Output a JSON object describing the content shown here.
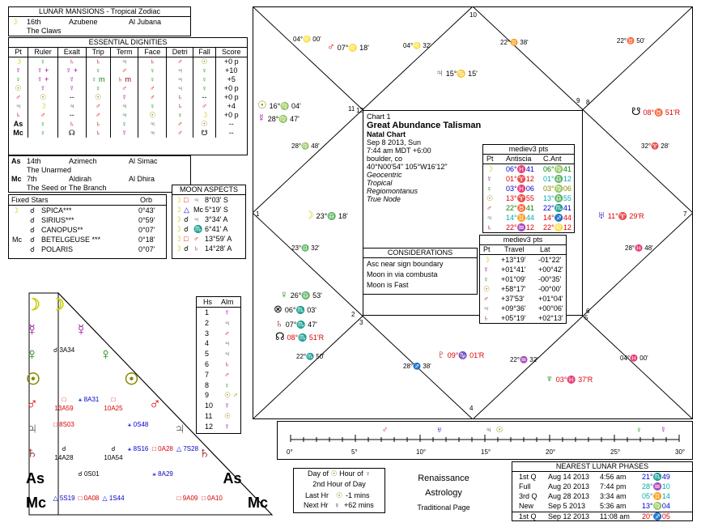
{
  "lunar_mansions": {
    "title": "LUNAR MANSIONS - Tropical Zodiac",
    "rows": [
      {
        "num": "16th",
        "name": "Azubene",
        "arabic": "Al Jubana"
      },
      {
        "num": "",
        "name": "The Claws",
        "arabic": ""
      }
    ]
  },
  "dignities": {
    "title": "ESSENTIAL DIGNITIES",
    "headers": [
      "Pt",
      "Ruler",
      "Exalt",
      "Trip",
      "Term",
      "Face",
      "Detri",
      "Fall",
      "Score"
    ],
    "rows": [
      {
        "pt": "☽",
        "ruler": "♀",
        "exalt": "♄",
        "trip": "♄",
        "term": "♃",
        "face": "♄",
        "detri": "♂",
        "fall": "☉",
        "score": "+0 p"
      },
      {
        "pt": "☿",
        "ruler": "☿ +",
        "exalt": "☿ +",
        "trip": "♀",
        "term": "♂",
        "face": "♀",
        "detri": "♃",
        "fall": "♀",
        "score": "+10"
      },
      {
        "pt": "♀",
        "ruler": "☿ +",
        "exalt": "☿",
        "trip": "♀ m",
        "term": "♄ m",
        "face": "♀",
        "detri": "♃",
        "fall": "♀",
        "score": "+5"
      },
      {
        "pt": "☉",
        "ruler": "☿",
        "exalt": "☿",
        "trip": "♀",
        "term": "♂",
        "face": "♂",
        "detri": "♃",
        "fall": "♀",
        "score": "+0 p"
      },
      {
        "pt": "♂",
        "ruler": "☉",
        "exalt": "--",
        "trip": "☉",
        "term": "☿",
        "face": "♂",
        "detri": "♄",
        "fall": "--",
        "score": "+0 p"
      },
      {
        "pt": "♃",
        "ruler": "☽",
        "exalt": "♃",
        "trip": "♂",
        "term": "♃",
        "face": "♀",
        "detri": "♄",
        "fall": "♂",
        "score": "+4"
      },
      {
        "pt": "♄",
        "ruler": "♂",
        "exalt": "--",
        "trip": "♂",
        "term": "♃",
        "face": "☉",
        "detri": "♀",
        "fall": "☽",
        "score": "+0 p"
      },
      {
        "pt": "As",
        "ruler": "♀",
        "exalt": "♄",
        "trip": "♄",
        "term": "♀",
        "face": "♃",
        "detri": "♂",
        "fall": "☉",
        "score": "--"
      },
      {
        "pt": "Mc",
        "ruler": "♀",
        "exalt": "☊",
        "trip": "♄",
        "term": "☿",
        "face": "♃",
        "detri": "♂",
        "fall": "☋",
        "score": "--"
      }
    ]
  },
  "mansions2": {
    "rows": [
      {
        "pt": "As",
        "num": "14th",
        "name": "Azimech",
        "arabic": "Al Simac"
      },
      {
        "pt": "",
        "num": "",
        "name": "The Unarmed",
        "arabic": ""
      },
      {
        "pt": "Mc",
        "num": "7th",
        "name": "Aldirah",
        "arabic": "Al Dhira"
      },
      {
        "pt": "",
        "num": "",
        "name": "The Seed or The Branch",
        "arabic": ""
      }
    ]
  },
  "fixed_stars": {
    "title": "Fixed Stars",
    "orb_label": "Orb",
    "rows": [
      {
        "pt": "☽",
        "asp": "☌",
        "star": "SPICA***",
        "orb": "0°43'"
      },
      {
        "pt": "",
        "asp": "☌",
        "star": "SIRIUS***",
        "orb": "0°59'"
      },
      {
        "pt": "",
        "asp": "☌",
        "star": "CANOPUS**",
        "orb": "0°07'"
      },
      {
        "pt": "Mc",
        "asp": "☌",
        "star": "BETELGEUSE ***",
        "orb": "0°18'"
      },
      {
        "pt": "",
        "asp": "☌",
        "star": "POLARIS",
        "orb": "0°07'"
      }
    ]
  },
  "moon_aspects": {
    "title": "MOON ASPECTS",
    "rows": [
      {
        "a": "☽",
        "asp": "□",
        "b": "♃",
        "val": "8°03' S"
      },
      {
        "a": "☽",
        "asp": "△",
        "b": "Mc",
        "val": "5°19' S"
      },
      {
        "a": "☽",
        "asp": "☌",
        "b": "♃",
        "val": "3°34' A"
      },
      {
        "a": "☽",
        "asp": "☌",
        "b": "♏",
        "val": "6°41' A"
      },
      {
        "a": "☽",
        "asp": "□",
        "b": "♂",
        "val": "13°59' A"
      },
      {
        "a": "☽",
        "asp": "☌",
        "b": "♄",
        "val": "14°28' A"
      }
    ]
  },
  "houses": {
    "headers": [
      "Hs",
      "Alm"
    ],
    "rows": [
      {
        "h": "1",
        "alm": "☿"
      },
      {
        "h": "2",
        "alm": "♃"
      },
      {
        "h": "3",
        "alm": "♂"
      },
      {
        "h": "4",
        "alm": "♃"
      },
      {
        "h": "5",
        "alm": "♃"
      },
      {
        "h": "6",
        "alm": "♄"
      },
      {
        "h": "7",
        "alm": "♂"
      },
      {
        "h": "8",
        "alm": "♀"
      },
      {
        "h": "9",
        "alm": "☉ ♂"
      },
      {
        "h": "10",
        "alm": "☿"
      },
      {
        "h": "11",
        "alm": "☉"
      },
      {
        "h": "12",
        "alm": "☿"
      }
    ]
  },
  "chart": {
    "label": "Chart 1",
    "title": "Great Abundance Talisman",
    "subtitle": "Natal Chart",
    "date": "Sep 8 2013, Sun",
    "time": "7:44 am  MDT +6:00",
    "place": "boulder, co",
    "coords": "40°N00'54\" 105°W16'12\"",
    "zodiac": "Geocentric",
    "tropical": "Tropical",
    "houses": "Regiomontanus",
    "node": "True Node",
    "house_numbers": [
      "1",
      "2",
      "3",
      "4",
      "5",
      "6",
      "7",
      "8",
      "9",
      "10",
      "11",
      "12"
    ]
  },
  "placements": [
    {
      "glyph": "♂",
      "text": "07°♌ 18'"
    },
    {
      "glyph": "♃",
      "text": "15°♋ 15'"
    },
    {
      "glyph": "☉",
      "text": "16°♍ 04'"
    },
    {
      "glyph": "☿",
      "text": "28°♍ 47'"
    },
    {
      "glyph": "☽",
      "text": "23°♎ 18'"
    },
    {
      "glyph": "♅",
      "text": "11°♈ 29'R"
    },
    {
      "glyph": "☋",
      "text": "08°♉ 51'R"
    },
    {
      "glyph": "♀",
      "text": "26°♎ 53'"
    },
    {
      "glyph": "⊗",
      "text": "06°♏ 03'"
    },
    {
      "glyph": "♄",
      "text": "07°♏ 47'"
    },
    {
      "glyph": "☊",
      "text": "08°♏ 51'R"
    },
    {
      "glyph": "♇",
      "text": "09°♑ 01'R"
    },
    {
      "glyph": "♆",
      "text": "03°♓ 37'R"
    }
  ],
  "cusps": [
    {
      "text": "04°♌ 00'"
    },
    {
      "text": "04°♌ 32'"
    },
    {
      "text": "22°♊ 38'"
    },
    {
      "text": "22°♉ 50'"
    },
    {
      "text": "28°♍ 48'"
    },
    {
      "text": "32°♈ 28'"
    },
    {
      "text": "23°♎ 32'"
    },
    {
      "text": "28°♓ 48'"
    },
    {
      "text": "22°♏ 50'"
    },
    {
      "text": "28°♐ 38'"
    },
    {
      "text": "22°♒ 32'"
    },
    {
      "text": "04°♓ 00'"
    }
  ],
  "antiscia": {
    "title": "mediev3 pts",
    "headers": [
      "Pt",
      "Antiscia",
      "C.Ant"
    ],
    "rows": [
      {
        "pt": "☽",
        "a": "06°♓41",
        "c": "06°♍41"
      },
      {
        "pt": "☿",
        "a": "01°♈12",
        "c": "01°♎12"
      },
      {
        "pt": "♀",
        "a": "03°♓06",
        "c": "03°♍06"
      },
      {
        "pt": "☉",
        "a": "13°♈55",
        "c": "13°♎55"
      },
      {
        "pt": "♂",
        "a": "22°♉41",
        "c": "22°♏41"
      },
      {
        "pt": "♃",
        "a": "14°♊44",
        "c": "14°♐44"
      },
      {
        "pt": "♄",
        "a": "22°♒12",
        "c": "22°♌12"
      }
    ]
  },
  "considerations": {
    "title": "CONSIDERATIONS",
    "rows": [
      "Asc near sign boundary",
      "Moon in via combusta",
      "Moon is Fast"
    ]
  },
  "travel": {
    "title": "mediev3 pts",
    "headers": [
      "Pt",
      "Travel",
      "Lat"
    ],
    "rows": [
      {
        "pt": "☽",
        "t": "+13°19'",
        "l": "-01°22'"
      },
      {
        "pt": "☿",
        "t": "+01°41'",
        "l": "+00°42'"
      },
      {
        "pt": "♀",
        "t": "+01°09'",
        "l": "-00°35'"
      },
      {
        "pt": "☉",
        "t": "+58°17'",
        "l": "-00°00'"
      },
      {
        "pt": "♂",
        "t": "+37'53'",
        "l": "+01°04'"
      },
      {
        "pt": "♃",
        "t": "+09°36'",
        "l": "+00°06'"
      },
      {
        "pt": "♄",
        "t": "+05°19'",
        "l": "+02°13'"
      }
    ]
  },
  "ruler": {
    "ticks": [
      "0°",
      "5°",
      "10°",
      "15°",
      "20°",
      "25°",
      "30°"
    ],
    "planets": [
      {
        "glyph": "♅",
        "deg": 11.5
      },
      {
        "glyph": "☉",
        "deg": 16.1
      },
      {
        "glyph": "♃",
        "deg": 15.3
      },
      {
        "glyph": "♂",
        "deg": 7.3
      },
      {
        "glyph": "☿",
        "deg": 28.8
      },
      {
        "glyph": "♀",
        "deg": 26.9
      }
    ]
  },
  "hours": {
    "day_of": "Day of",
    "hour_of": "Hour of",
    "hour_planet": "♀",
    "line2": "2nd Hour of Day",
    "last_hr": "Last Hr",
    "last_val": "-1 mins",
    "next_hr": "Next Hr",
    "next_val": "+62 mins"
  },
  "footer": {
    "l1": "Renaissance",
    "l2": "Astrology",
    "l3": "Traditional Page"
  },
  "lunar_phases": {
    "title": "NEAREST LUNAR PHASES",
    "rows": [
      {
        "phase": "1st Q",
        "date": "Aug 14 2013",
        "time": "4:56 am",
        "pos": "21°♏49"
      },
      {
        "phase": "Full",
        "date": "Aug 20 2013",
        "time": "7:44 pm",
        "pos": "28°♒10"
      },
      {
        "phase": "3rd Q",
        "date": "Aug 28 2013",
        "time": "3:34 am",
        "pos": "05°♊14"
      },
      {
        "phase": "New",
        "date": "Sep 5 2013",
        "time": "5:36 am",
        "pos": "13°♍04"
      },
      {
        "phase": "1st Q",
        "date": "Sep 12 2013",
        "time": "11:08 am",
        "pos": "20°♐05"
      }
    ]
  },
  "aspectarian": {
    "glyphs": [
      "☽",
      "☿",
      "♀",
      "☉",
      "♂",
      "♃",
      "♄",
      "As",
      "Mc"
    ],
    "cells": [
      [
        "",
        "",
        "",
        "",
        "",
        "",
        "",
        ""
      ],
      [
        "",
        "",
        "",
        "",
        "",
        "",
        "",
        ""
      ],
      [
        "☌ 3A34",
        "",
        "",
        "",
        "",
        "",
        "",
        ""
      ],
      [
        "",
        "",
        "",
        "",
        "",
        "",
        "",
        ""
      ],
      [
        "□ 13A59",
        "⚹ 8A31",
        "□ 10A25",
        "",
        "",
        "",
        "",
        ""
      ],
      [
        "□ 8S03",
        "",
        "",
        "⚹ 0S48",
        "",
        "",
        "",
        ""
      ],
      [
        "☌ 14A28",
        "",
        "☌ 10A54",
        "⚹ 8S16",
        "□ 0A28",
        "△ 7S28",
        "",
        ""
      ],
      [
        "",
        "☌ 0S01",
        "",
        "",
        "⚹ 8A29",
        "",
        "",
        ""
      ],
      [
        "△ 5S19",
        "□ 0A08",
        "△ 1S44",
        "",
        "",
        "□ 9A09",
        "□ 0A10",
        ""
      ]
    ]
  }
}
